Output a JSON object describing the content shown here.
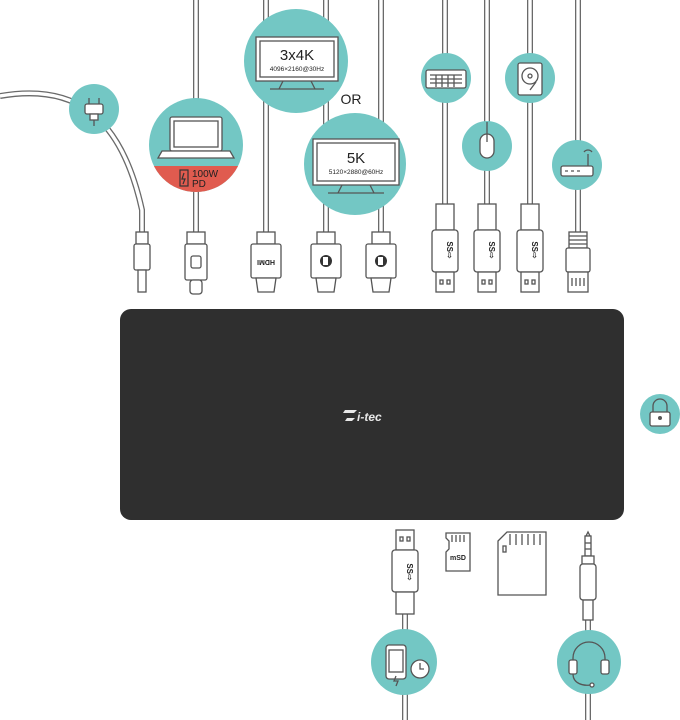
{
  "labels": {
    "monitor_4k_title": "3x4K",
    "monitor_4k_res": "4096×2160@30Hz",
    "or": "OR",
    "monitor_5k_title": "5K",
    "monitor_5k_res": "5120×2880@60Hz",
    "laptop_power_watts": "100W",
    "laptop_power_pd": "PD",
    "brand": "i-tec",
    "hdmi": "HDMI"
  },
  "colors": {
    "bubble": "#73c7c4",
    "power_band": "#e05b4f",
    "dock": "#2f2f2f"
  },
  "icons": [
    "power-plug-icon",
    "laptop-icon",
    "monitor-icon",
    "keyboard-icon",
    "mouse-icon",
    "hdd-icon",
    "router-icon",
    "lock-icon",
    "phone-charging-icon",
    "headset-icon",
    "microsd-icon",
    "sd-card-icon"
  ]
}
